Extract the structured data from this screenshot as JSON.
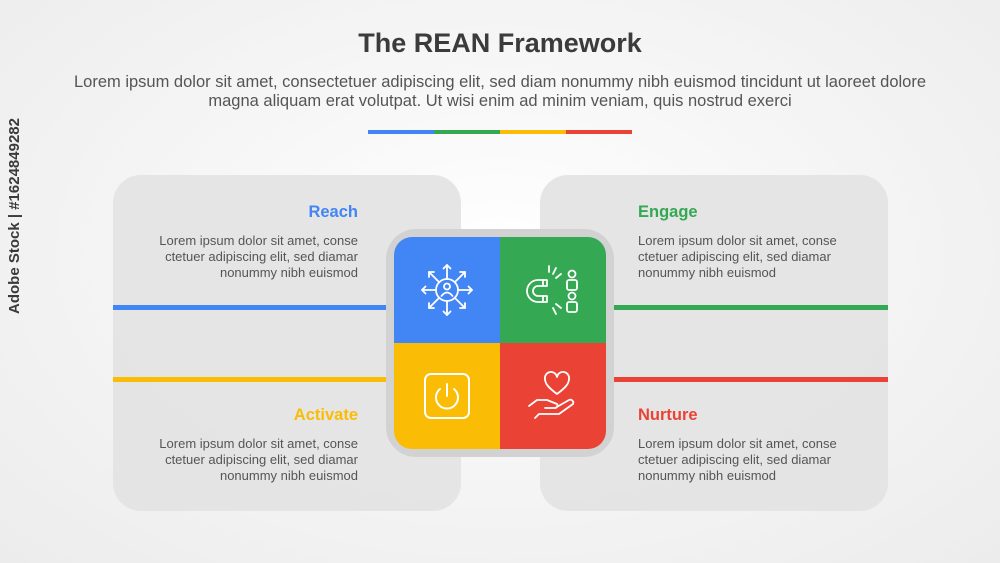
{
  "header": {
    "title": "The REAN Framework",
    "subtitle": "Lorem ipsum dolor sit amet, consectetuer adipiscing elit, sed diam nonummy nibh euismod tincidunt ut laoreet dolore magna aliquam erat volutpat. Ut wisi enim ad minim veniam, quis nostrud exerci"
  },
  "colors": {
    "reach": "#4285f4",
    "engage": "#34a853",
    "activate": "#fbbc05",
    "nurture": "#ea4335"
  },
  "stages": [
    {
      "key": "reach",
      "label": "Reach",
      "text": "Lorem ipsum dolor sit amet, conse\nctetuer adipiscing elit, sed diamar\nnonummy nibh euismod",
      "icon": "network-people-icon"
    },
    {
      "key": "engage",
      "label": "Engage",
      "text": "Lorem ipsum dolor sit amet, conse\nctetuer adipiscing elit, sed diamar\nnonummy nibh euismod",
      "icon": "magnet-people-icon"
    },
    {
      "key": "activate",
      "label": "Activate",
      "text": "Lorem ipsum dolor sit amet, conse\nctetuer adipiscing elit, sed diamar\nnonummy nibh euismod",
      "icon": "power-button-icon"
    },
    {
      "key": "nurture",
      "label": "Nurture",
      "text": "Lorem ipsum dolor sit amet, conse\nctetuer adipiscing elit, sed diamar\nnonummy nibh euismod",
      "icon": "heart-hand-icon"
    }
  ],
  "watermark": "Adobe Stock | #1624849282"
}
